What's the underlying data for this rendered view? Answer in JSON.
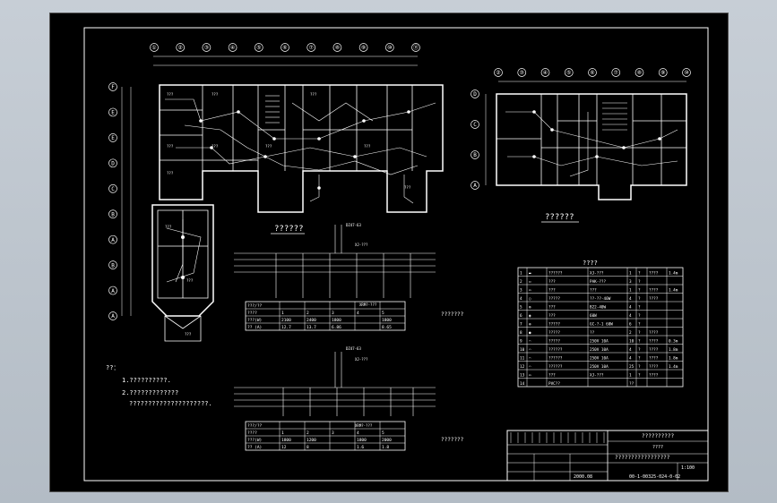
{
  "axes_main_top": [
    "①",
    "②",
    "③",
    "④",
    "⑤",
    "⑥",
    "⑦",
    "⑧",
    "⑨",
    "⑩",
    "⑪"
  ],
  "axes_main_left": [
    "F",
    "E",
    "E",
    "D",
    "C",
    "B",
    "A",
    "B",
    "A",
    "A"
  ],
  "axes_right_top": [
    "②",
    "③",
    "④",
    "⑤",
    "⑥",
    "⑦",
    "⑧",
    "⑨",
    "⑩"
  ],
  "axes_right_left": [
    "D",
    "C",
    "B",
    "A"
  ],
  "plan_title_main": "??????",
  "plan_title_right": "??????",
  "legend_title": "????",
  "notes": {
    "heading": "??：",
    "lines": [
      "1.??????????.",
      "2.?????????????",
      "?????????????????????."
    ]
  },
  "schematic1": {
    "label": "???????",
    "rows": [
      [
        "???/??",
        "",
        "",
        "",
        "",
        ""
      ],
      [
        "????",
        "1",
        "2",
        "3",
        "4",
        "5"
      ],
      [
        "???(W)",
        "2100",
        "2400",
        "1800",
        "",
        "1800"
      ],
      [
        "?? (A)",
        "12.7",
        "13.7",
        "6.86",
        "",
        "8.65"
      ]
    ]
  },
  "schematic2": {
    "label": "???????",
    "rows": [
      [
        "???/??",
        "",
        "",
        "",
        "",
        ""
      ],
      [
        "????",
        "1",
        "2",
        "3",
        "4",
        "5"
      ],
      [
        "???(W)",
        "1800",
        "1200",
        "",
        "1800",
        "2000"
      ],
      [
        "?? (A)",
        "12",
        "8",
        "",
        "1.6",
        "1.8"
      ]
    ]
  },
  "title_block": {
    "top_label": "??????????",
    "sub_label": "????",
    "main_name": "?????????????????",
    "code": "00-1-00325-024-0-02",
    "scale": "1:100",
    "drawing_no": "2000.08"
  },
  "legend_rows": [
    [
      "1",
      "▬",
      "??????",
      "XJ-???",
      "1",
      "?",
      "????",
      "1.4m"
    ],
    [
      "2",
      "▭",
      "???",
      "PAK-???",
      "3",
      "?",
      "",
      ""
    ],
    [
      "3",
      "▭",
      "???",
      "???",
      "1",
      "?",
      "????",
      "1.4m"
    ],
    [
      "4",
      "○",
      "?????",
      "??-??-40W",
      "4",
      "?",
      "????",
      ""
    ],
    [
      "5",
      "⊗",
      "???",
      "B22-40W",
      "4",
      "?",
      "",
      ""
    ],
    [
      "6",
      "◉",
      "???",
      "60W",
      "4",
      "?",
      "",
      ""
    ],
    [
      "7",
      "⊕",
      "?????",
      "GC-?-1 60W",
      "6",
      "?",
      "",
      ""
    ],
    [
      "8",
      "●",
      "?????",
      "??",
      "2",
      "?",
      "????",
      ""
    ],
    [
      "9",
      "⌒",
      "?????",
      "250V 10A",
      "10",
      "?",
      "????",
      "0.3m"
    ],
    [
      "10",
      "⌒",
      "??????",
      "250V 10A",
      "4",
      "?",
      "????",
      "1.8m"
    ],
    [
      "11",
      "⌒",
      "??????",
      "250V 10A",
      "4",
      "?",
      "????",
      "1.8m"
    ],
    [
      "12",
      "⌒",
      "??????",
      "250V 10A",
      "25",
      "?",
      "????",
      "1.4m"
    ],
    [
      "13",
      "▭",
      "???",
      "XJ-???",
      "1",
      "?",
      "????",
      ""
    ],
    [
      "14",
      "",
      "PVC??",
      "",
      "??",
      "",
      "",
      ""
    ]
  ]
}
